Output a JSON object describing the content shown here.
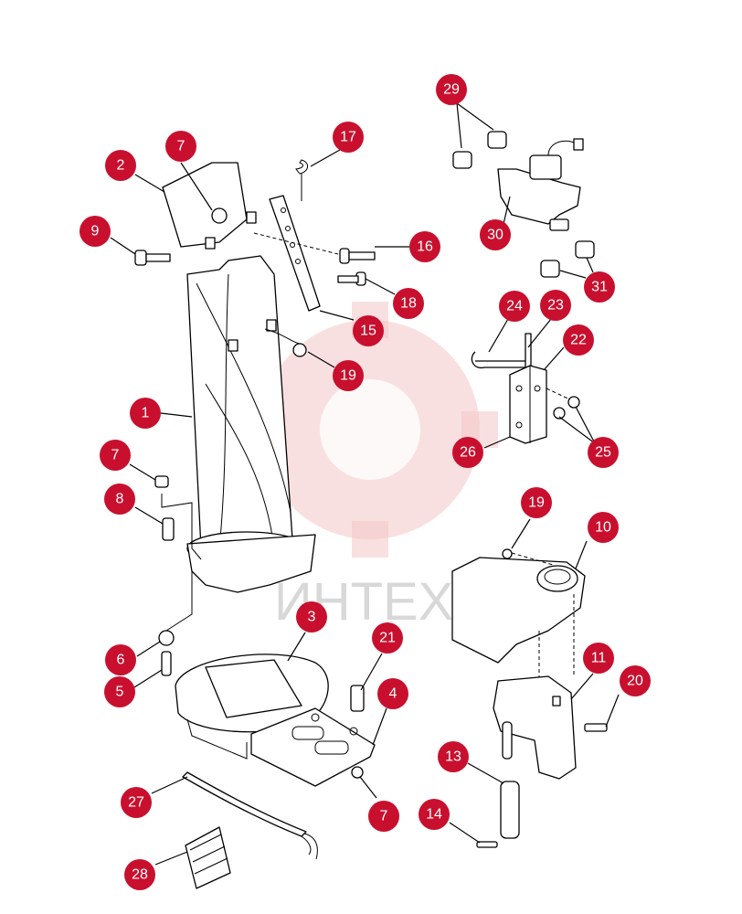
{
  "watermark": {
    "text": "ИНТЕХ"
  },
  "callouts": [
    {
      "id": "c29",
      "label": "29"
    },
    {
      "id": "c7a",
      "label": "7"
    },
    {
      "id": "c17",
      "label": "17"
    },
    {
      "id": "c2",
      "label": "2"
    },
    {
      "id": "c9",
      "label": "9"
    },
    {
      "id": "c16",
      "label": "16"
    },
    {
      "id": "c30",
      "label": "30"
    },
    {
      "id": "c31",
      "label": "31"
    },
    {
      "id": "c18",
      "label": "18"
    },
    {
      "id": "c24",
      "label": "24"
    },
    {
      "id": "c23",
      "label": "23"
    },
    {
      "id": "c22",
      "label": "22"
    },
    {
      "id": "c15",
      "label": "15"
    },
    {
      "id": "c19a",
      "label": "19"
    },
    {
      "id": "c1",
      "label": "1"
    },
    {
      "id": "c26",
      "label": "26"
    },
    {
      "id": "c25",
      "label": "25"
    },
    {
      "id": "c7b",
      "label": "7"
    },
    {
      "id": "c8",
      "label": "8"
    },
    {
      "id": "c19b",
      "label": "19"
    },
    {
      "id": "c10",
      "label": "10"
    },
    {
      "id": "c3",
      "label": "3"
    },
    {
      "id": "c21",
      "label": "21"
    },
    {
      "id": "c6",
      "label": "6"
    },
    {
      "id": "c5",
      "label": "5"
    },
    {
      "id": "c11",
      "label": "11"
    },
    {
      "id": "c20",
      "label": "20"
    },
    {
      "id": "c4",
      "label": "4"
    },
    {
      "id": "c13",
      "label": "13"
    },
    {
      "id": "c27",
      "label": "27"
    },
    {
      "id": "c7c",
      "label": "7"
    },
    {
      "id": "c14",
      "label": "14"
    },
    {
      "id": "c28",
      "label": "28"
    }
  ]
}
